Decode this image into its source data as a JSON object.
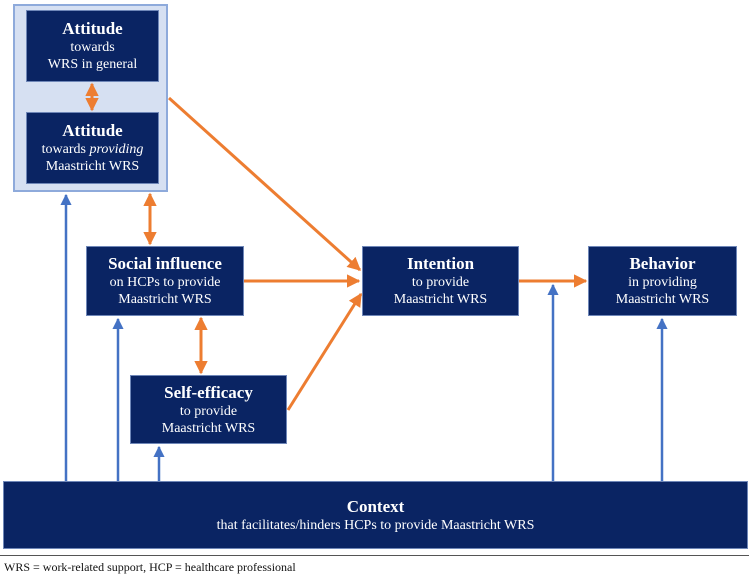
{
  "boxes": {
    "attitude_general": {
      "title": "Attitude",
      "line1": "towards",
      "line2": "WRS in general"
    },
    "attitude_providing": {
      "title": "Attitude",
      "line1_pre": "towards ",
      "line1_em": "providing",
      "line2": "Maastricht WRS"
    },
    "social_influence": {
      "title": "Social influence",
      "line1": "on HCPs to provide",
      "line2": "Maastricht WRS"
    },
    "self_efficacy": {
      "title": "Self-efficacy",
      "line1": "to provide",
      "line2": "Maastricht WRS"
    },
    "intention": {
      "title": "Intention",
      "line1": "to provide",
      "line2": "Maastricht WRS"
    },
    "behavior": {
      "title": "Behavior",
      "line1": "in providing",
      "line2": "Maastricht WRS"
    },
    "context": {
      "title": "Context",
      "line1": "that facilitates/hinders HCPs to provide Maastricht WRS"
    }
  },
  "footnote": "WRS = work-related support, HCP = healthcare professional",
  "colors": {
    "box": "#0a2463",
    "group_fill": "#d6e0f2",
    "orange_arrow": "#ed7d31",
    "blue_arrow": "#4472c4"
  }
}
